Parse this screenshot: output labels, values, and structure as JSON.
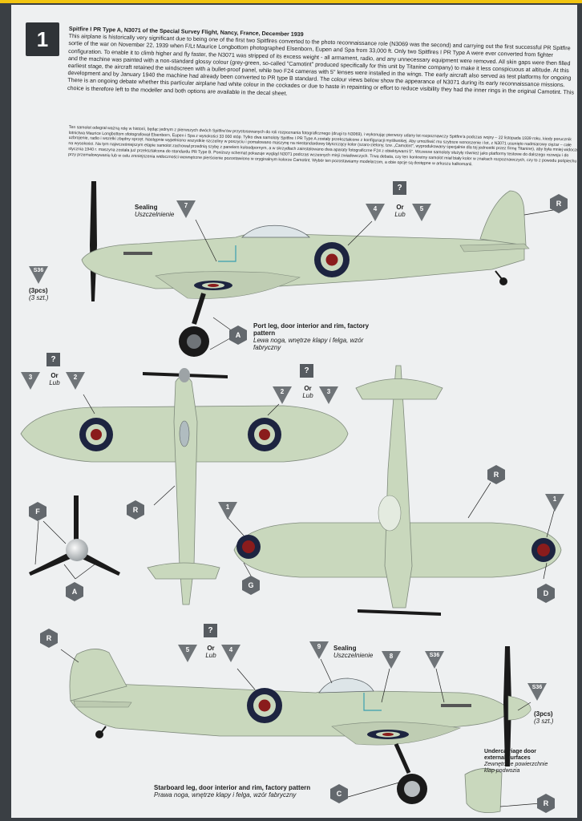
{
  "step_number": "1",
  "header": {
    "title": "Spitfire I PR Type A, N3071 of the Special Survey Flight, Nancy, France, December 1939",
    "body": "This airplane is historically very significant due to being one of the first two Spitfires converted to the photo reconnaissance role (N3069 was the second) and carrying out the first successful PR Spitfire sortie of the war on November 22, 1939 when F/Lt Maurice Longbottom photographed Elsenborn, Eupen and Spa from 33,000 ft. Only two Spitfires I PR Type A were ever converted from fighter configuration. To enable it to climb higher and fly faster, the N3071 was stripped of its excess weight - all armament, radio, and any unnecessary equipment were removed. All skin gaps were then filled and the machine was painted with a non-standard glossy colour (grey-green, so-called \"Camotint\" produced specifically for this unit by Titanine company) to make it less conspicuous at altitude. At this earliest stage, the aircraft retained the windscreen with a bullet-proof panel, while two F24 cameras with 5\" lenses were installed in the wings. The early aircraft also served as test platforms for ongoing development and by January 1940 the machine had already been converted to PR type B standard. The colour views below show the appearance of N3071 during its early reconnaissance missions. There is an ongoing debate whether this particular airplane had white colour in the cockades or due to haste in repainting or effort to reduce visibility they had the inner rings in the original Camotint. This choice is therefore left to the modeller and both options are available in the decal sheet."
  },
  "polish_text": "Ten samolot odegrał ważną rolę w historii, będąc jednym z pierwszych dwóch Spitfire'ów przystosowanych do roli rozpoznania fotograficznego (drugi to N3069), i wykonując pierwszy udany lot rozpoznawczy Spitfire'a podczas wojny – 22 listopada 1939 roku, kiedy porucznik lotnictwa Maurice Longbottom sfotografował Elsenborn, Eupen i Spa z wysokości 33 000 stóp. Tylko dwa samoloty Spitfire I PR Type A zostały przekształcone z konfiguracji myśliwskiej. Aby umożliwić mu szybsze wznoszenie i lot, z N3071 usunięto nadmiarowy ciężar – całe uzbrojenie, radio i wszelki zbędny sprzęt. Następnie wypełniono wszystkie szczeliny w poszyciu i pomalowano maszynę na niestandardowy błyszczący kolor (szaro-zielony, tzw. „Camotint\", wyprodukowany specjalnie dla tej jednostki przez firmę Titanine), aby była mniej widoczna na wysokości. Na tym najwcześniejszym etapie samolot zachował przednią szybę z panelem kuloodpornym, a w skrzydłach zainstalowano dwa aparaty fotograficzne F24 z obiektywami 5\". Wczesne samoloty służyły również jako platformy testowe do dalszego rozwoju i do stycznia 1940 r. maszyna została już przekształcona do standardu PR Type B. Poniższy schemat pokazuje wygląd N3071 podczas wczesnych misji zwiadowczych. Trwa debata, czy ten konkretny samolot miał biały kolor w znakach rozpoznawczych, czy to z powodu pośpiechu przy przemalowywaniu lub w celu zmniejszenia widoczności wewnętrzne pierścienie pozostawiono w oryginalnym kolorze Camotint. Wybór ten pozostawiamy modelarzom, a obie opcje są dostępne w arkuszu kalkomanii.",
  "labels": {
    "sealing_en": "Sealing",
    "sealing_pl": "Uszczelnienie",
    "or_en": "Or",
    "or_pl": "Lub",
    "question": "?",
    "pcs_en": "(3pcs)",
    "pcs_pl": "(3 szt.)",
    "port_leg_en": "Port leg, door interior and rim, factory pattern",
    "port_leg_pl": "Lewa noga, wnętrze klapy i felga, wzór fabryczny",
    "stbd_leg_en": "Starboard leg, door interior and rim, factory pattern",
    "stbd_leg_pl": "Prawa noga, wnętrze klapy i felga, wzór fabryczny",
    "uc_door_en": "Undercarriage door external surfaces",
    "uc_door_pl": "Zewnętrzne powierzchnie klap podwozia"
  },
  "decal_numbers": [
    "1",
    "2",
    "3",
    "4",
    "5",
    "7",
    "8",
    "9",
    "S36"
  ],
  "paint_codes": [
    "R",
    "A",
    "F",
    "G",
    "D",
    "C"
  ],
  "colors": {
    "camotint": "#c9d8bd",
    "panel_line": "#8f9a8a",
    "roundel_blue": "#1d2440",
    "roundel_red": "#8a1c1c",
    "callout_grey": "#6f7478",
    "black": "#1a1a1a"
  }
}
